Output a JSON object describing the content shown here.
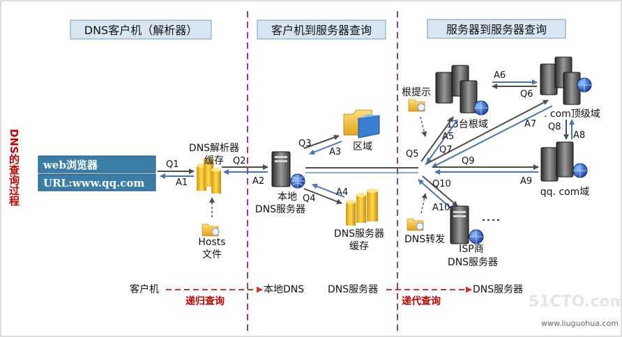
{
  "headers": {
    "client": "DNS客户机（解析器）",
    "c2s": "客户机到服务器查询",
    "s2s": "服务器到服务器查询"
  },
  "side_title": "DNS的查询过程",
  "browser": {
    "line1": "web浏览器",
    "line2": "URL:www.qq.com"
  },
  "nodes": {
    "resolver_cache_1": "DNS解析器",
    "resolver_cache_2": "缓存",
    "hosts_1": "Hosts",
    "hosts_2": "文件",
    "local_dns_1": "本地",
    "local_dns_2": "DNS服务器",
    "zone": "区域",
    "dns_cache_1": "DNS服务器",
    "dns_cache_2": "缓存",
    "root_hints": "根提示",
    "root_servers": "13台根域",
    "com_tld": ". com顶级域",
    "qq_domain": "qq. com域",
    "dns_forward": "DNS转发",
    "isp_1": "ISP商",
    "isp_2": "DNS服务器"
  },
  "arrows": {
    "Q1": "Q1",
    "A1": "A1",
    "Q2": "Q2",
    "A2": "A2",
    "Q3": "Q3",
    "A3": "A3",
    "Q4": "Q4",
    "A4": "A4",
    "Q5": "Q5",
    "A5": "A5",
    "A6": "A6",
    "Q6": "Q6",
    "Q7": "Q7",
    "A7": "A7",
    "Q8": "Q8",
    "A8": "A8",
    "Q9": "Q9",
    "A9": "A9",
    "Q10": "Q10",
    "A10": "A10"
  },
  "bottom": {
    "client": "客户机",
    "recursive": "递归查询",
    "local_dns": "本地DNS",
    "dns_server_1": "DNS服务器",
    "iterative": "递代查询",
    "dns_server_2": "DNS服务器"
  },
  "watermark": {
    "site": "51CTO.com",
    "url": "www.liuguohua.com"
  },
  "colors": {
    "header_bg": "#d8e6f1",
    "browser_bg": "#3a7ea8",
    "divider": "#7b2f8e",
    "arrow": "#4d4d4d",
    "recursive_arrow": "#c0392b",
    "text_red": "#c00000"
  }
}
